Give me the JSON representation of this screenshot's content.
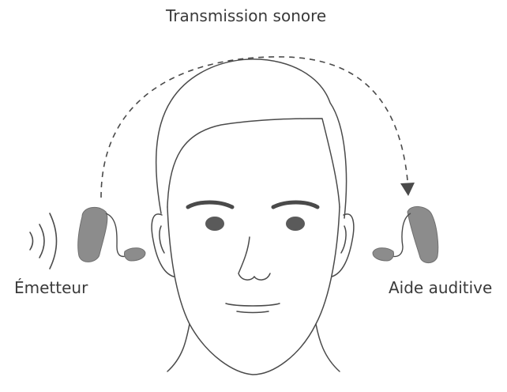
{
  "labels": {
    "transmission": "Transmission sonore",
    "transmitter": "Émetteur",
    "hearing_aid": "Aide auditive"
  },
  "colors": {
    "line": "#4a4a4a",
    "device": "#8c8c8c",
    "device_dark": "#6f6f6f",
    "background": "#ffffff"
  },
  "icons": {
    "sound_waves": "sound-waves-icon",
    "transmitter_device": "transmitter-device-icon",
    "hearing_aid_device": "hearing-aid-device-icon",
    "arrow": "dashed-arc-arrow-icon"
  }
}
